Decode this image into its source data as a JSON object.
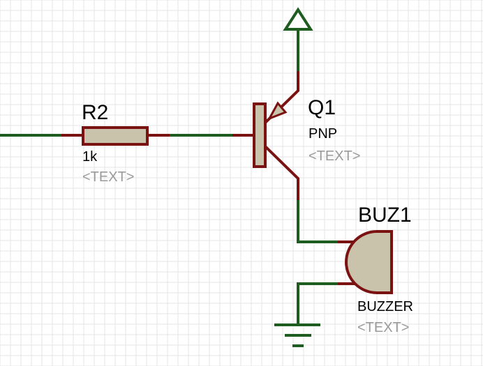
{
  "colors": {
    "background": "#ffffff",
    "grid_minor": "#e4e4e4",
    "grid_major": "#cfcfcf",
    "wire_net": "#1f5c1f",
    "pin_lead": "#7a1212",
    "component_fill": "#c8c3aa",
    "placeholder_text": "#9a9a9a"
  },
  "components": {
    "resistor": {
      "ref": "R2",
      "value": "1k",
      "text": "<TEXT>"
    },
    "transistor": {
      "ref": "Q1",
      "value": "PNP",
      "text": "<TEXT>"
    },
    "buzzer": {
      "ref": "BUZ1",
      "value": "BUZZER",
      "text": "<TEXT>"
    }
  },
  "terminals": {
    "power": "power-arrow-icon",
    "ground": "ground-icon"
  }
}
